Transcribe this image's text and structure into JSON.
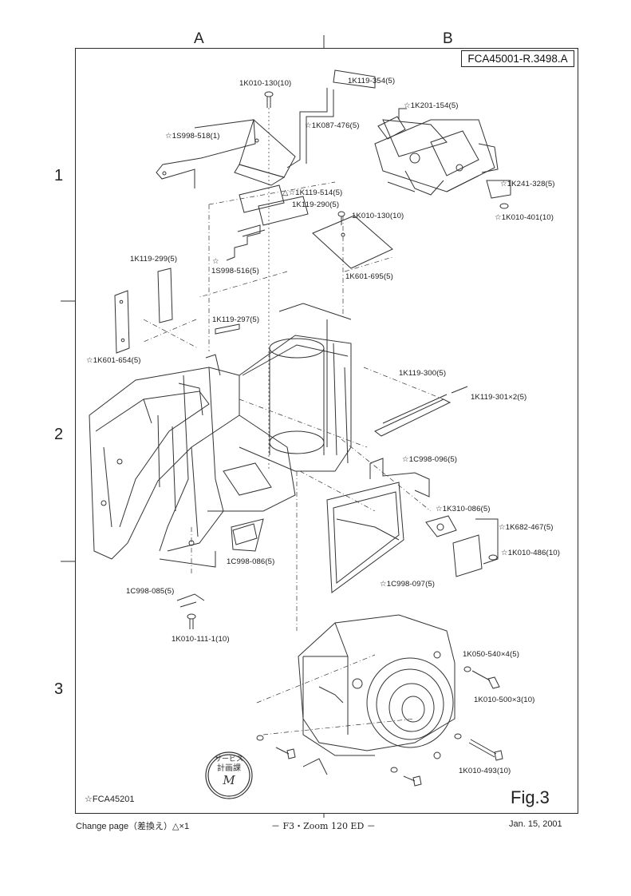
{
  "header": {
    "col_a": "A",
    "col_b": "B",
    "doc_id": "FCA45001-R.3498.A"
  },
  "rows": [
    "1",
    "2",
    "3"
  ],
  "parts": [
    "1K010-130(10)",
    "1K119-354(5)",
    "☆1K201-154(5)",
    "☆1K087-476(5)",
    "☆1S998-518(1)",
    "☆1K241-328(5)",
    "△☆1K119-514(5)",
    "1K119-290(5)",
    "1K010-130(10)",
    "☆1K010-401(10)",
    "1K119-299(5)",
    "☆",
    "1S998-516(5)",
    "1K601-695(5)",
    "1K119-297(5)",
    "☆1K601-654(5)",
    "1K119-300(5)",
    "1K119-301×2(5)",
    "☆1C998-096(5)",
    "☆1K310-086(5)",
    "☆1K682-467(5)",
    "☆1K010-486(10)",
    "1C998-086(5)",
    "1C998-085(5)",
    "☆1C998-097(5)",
    "1K010-111-1(10)",
    "1K050-540×4(5)",
    "1K010-500×3(10)",
    "1K010-493(10)"
  ],
  "stamp": {
    "line1": "サービス",
    "line2": "計画課",
    "line3": "M"
  },
  "footer_code": "☆FCA45201",
  "fig_label": "Fig.3",
  "footer": {
    "left": "Change page（差換え）△×1",
    "center": "－ F3・Zoom 120 ED －",
    "right": "Jan. 15, 2001"
  }
}
